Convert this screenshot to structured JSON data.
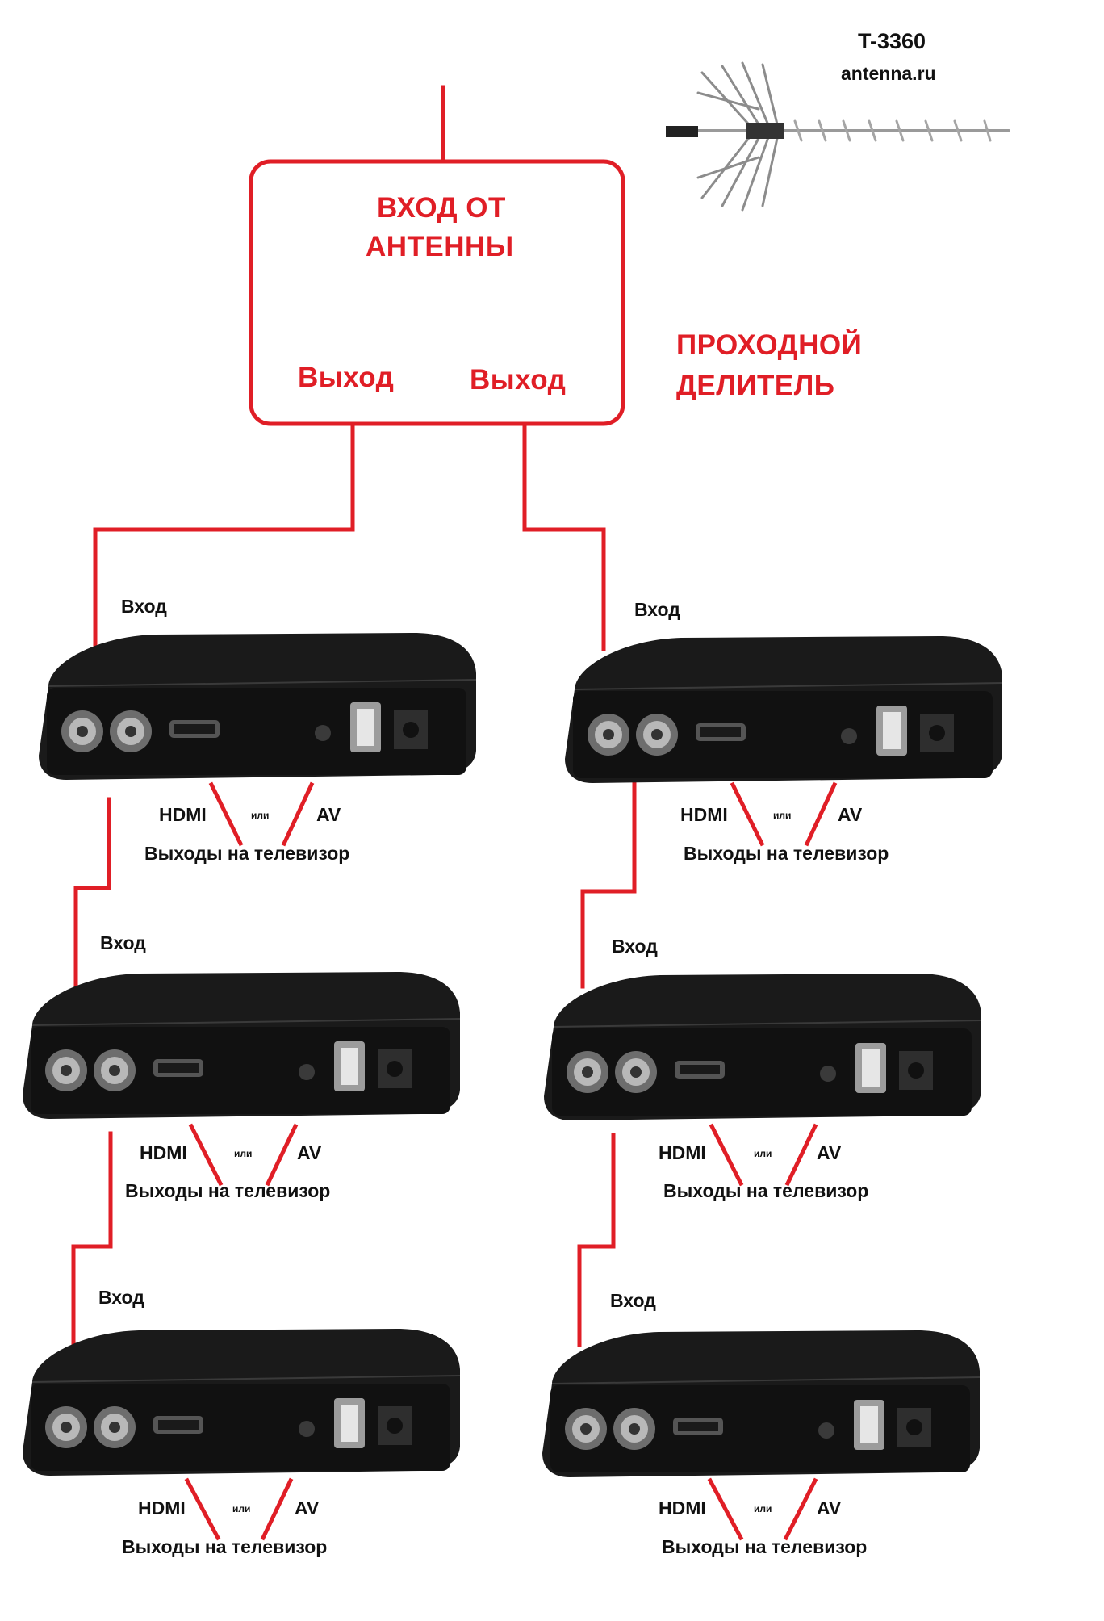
{
  "brand": {
    "model": "T-3360",
    "site": "antenna.ru"
  },
  "splitter": {
    "input_label": "ВХОД ОТ АНТЕННЫ",
    "input_line1": "ВХОД ОТ",
    "input_line2": "АНТЕННЫ",
    "output_left": "Выход",
    "output_right": "Выход",
    "type_line1": "ПРОХОДНОЙ",
    "type_line2": "ДЕЛИТЕЛЬ"
  },
  "receivers": [
    {
      "input": "Вход",
      "hdmi": "HDMI",
      "or": "или",
      "av": "AV",
      "outputs": "Выходы на  телевизор"
    },
    {
      "input": "Вход",
      "hdmi": "HDMI",
      "or": "или",
      "av": "AV",
      "outputs": "Выходы на  телевизор"
    },
    {
      "input": "Вход",
      "hdmi": "HDMI",
      "or": "или",
      "av": "AV",
      "outputs": "Выходы на  телевизор"
    },
    {
      "input": "Вход",
      "hdmi": "HDMI",
      "or": "или",
      "av": "AV",
      "outputs": "Выходы на  телевизор"
    },
    {
      "input": "Вход",
      "hdmi": "HDMI",
      "or": "или",
      "av": "AV",
      "outputs": "Выходы на  телевизор"
    },
    {
      "input": "Вход",
      "hdmi": "HDMI",
      "or": "или",
      "av": "AV",
      "outputs": "Выходы на  телевизор"
    }
  ],
  "colors": {
    "wire": "#e01e26",
    "device": "#151515",
    "text": "#111111"
  },
  "icons": [
    "antenna-icon",
    "set-top-box-icon"
  ]
}
